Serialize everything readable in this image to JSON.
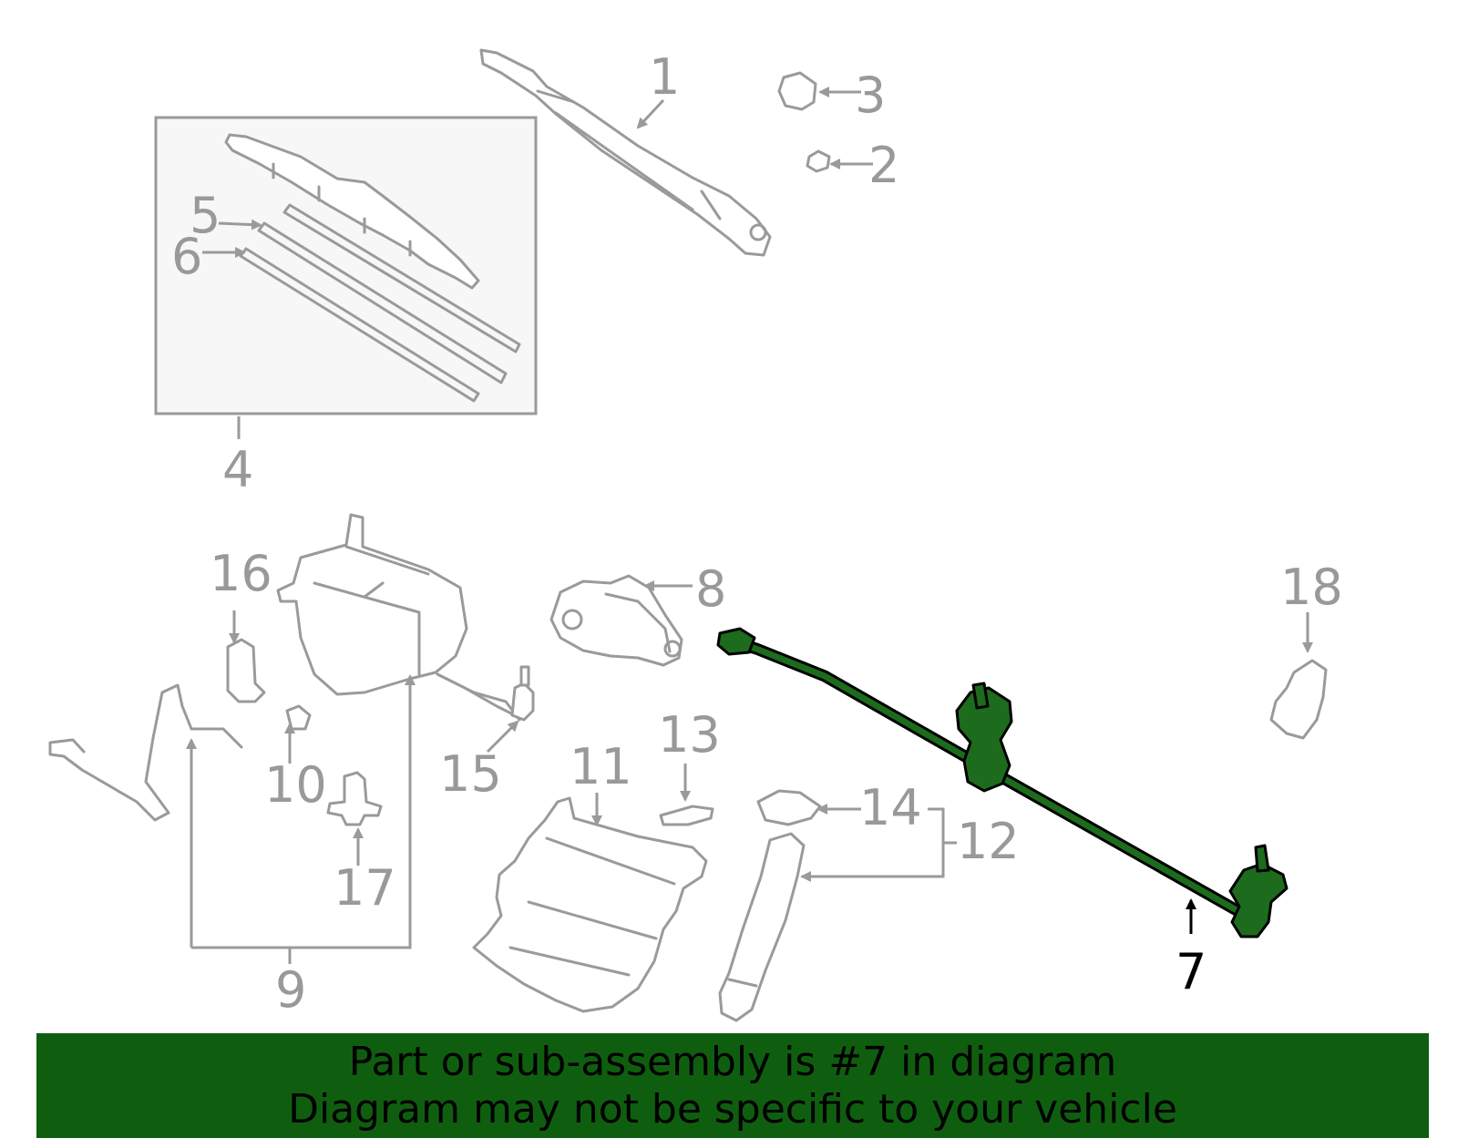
{
  "callouts": {
    "c1": "1",
    "c2": "2",
    "c3": "3",
    "c4": "4",
    "c5": "5",
    "c6": "6",
    "c7": "7",
    "c8": "8",
    "c9": "9",
    "c10": "10",
    "c11": "11",
    "c12": "12",
    "c13": "13",
    "c14": "14",
    "c15": "15",
    "c16": "16",
    "c17": "17",
    "c18": "18"
  },
  "highlighted_part": "7",
  "colors": {
    "highlight_fill": "#1d6b1d",
    "banner_background": "#0f5e0f",
    "line_art": "#9a9a9a"
  },
  "banner": {
    "line1": "Part or sub-assembly is #7 in diagram",
    "line2": "Diagram may not be specific to your vehicle"
  }
}
